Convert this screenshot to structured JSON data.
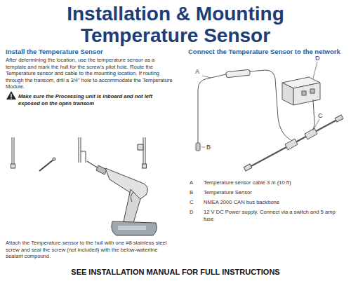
{
  "diagram": {
    "title": "Installation & Mounting Temperature Sensor",
    "labels": [
      "Install the Temperature Sensor",
      "After determining the location, use the temperature sensor as a template and mark the hull for the screw's pilot hole. Route the Temperature sensor and cable to the mounting location. If routing through the transom, drill a 3/4\" hole to accommodate the Temperature Module.",
      "Make sure the Processing unit is inboard and not left exposed on the open transom",
      "Attach the Temperature sensor to the hull with one #8 stainless steel screw and seal the screw (not included) with the below-waterline sealant compound.",
      "Connect the Temperature Sensor to the network",
      "A",
      "B",
      "C",
      "D",
      "A",
      "Temperature sensor cable 3 m (10 ft)",
      "B",
      "Temperature Sensor",
      "C",
      "NMEA 2000 CAN bus backbone",
      "D",
      "12 V DC Power supply. Connect via a switch and 5 amp fuse",
      "SEE INSTALLATION MANUAL FOR FULL INSTRUCTIONS"
    ]
  }
}
